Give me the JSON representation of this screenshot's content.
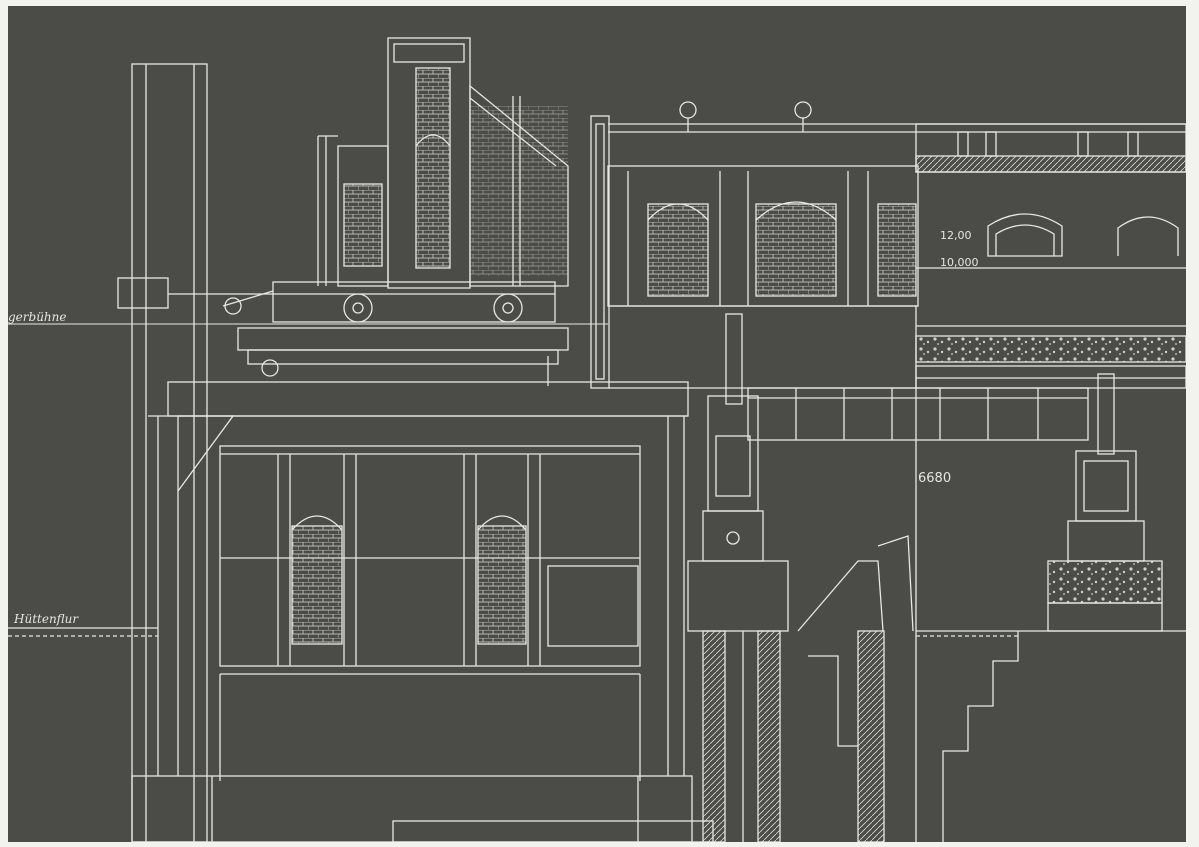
{
  "drawing": {
    "paper_color": "#4b4c47",
    "line_color": "#e8e8e2",
    "labels": {
      "platform": "gerbühne",
      "floor_left": "Hüttenflur",
      "elev_1": "12,00",
      "elev_2": "10,000",
      "dimension": "6680"
    }
  }
}
